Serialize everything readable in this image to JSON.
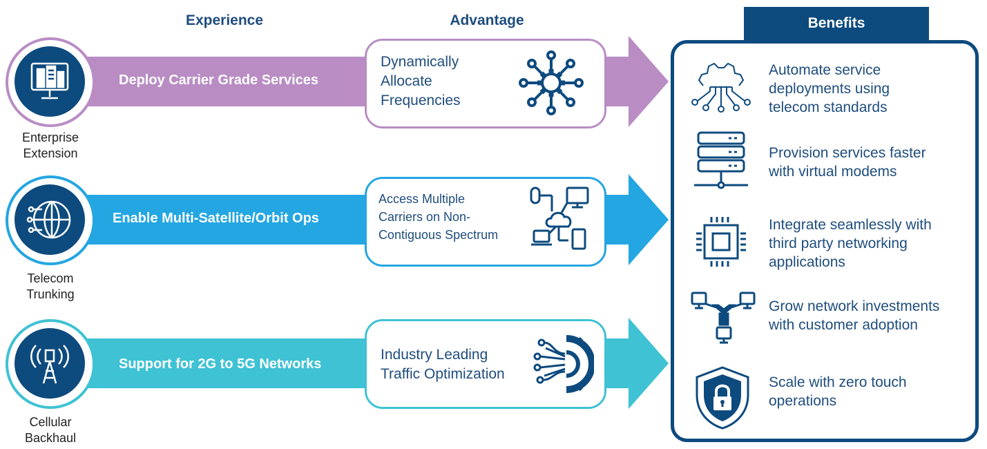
{
  "headers": {
    "experience": "Experience",
    "advantage": "Advantage",
    "benefits": "Benefits"
  },
  "colors": {
    "navy": "#0d4a7e",
    "purple": "#b98dc4",
    "blue": "#24a6e2",
    "teal": "#3ec2d4"
  },
  "rows": [
    {
      "icon": "enterprise-building-icon",
      "experience_label": "Enterprise\nExtension",
      "band_label": "Deploy Carrier Grade Services",
      "advantage_text": "Dynamically\nAllocate\nFrequencies",
      "advantage_icon": "gear-network-icon"
    },
    {
      "icon": "globe-circuit-icon",
      "experience_label": "Telecom\nTrunking",
      "band_label": "Enable Multi-Satellite/Orbit Ops",
      "advantage_text": "Access Multiple\nCarriers on Non-\nContiguous Spectrum",
      "advantage_icon": "cloud-devices-icon"
    },
    {
      "icon": "cell-tower-icon",
      "experience_label": "Cellular\nBackhaul",
      "band_label": "Support for 2G to 5G Networks",
      "advantage_text": "Industry Leading\nTraffic Optimization",
      "advantage_icon": "traffic-gear-icon"
    }
  ],
  "benefits": [
    {
      "icon": "circuit-gear-icon",
      "text": "Automate service\ndeployments using\ntelecom standards"
    },
    {
      "icon": "server-rack-icon",
      "text": "Provision services faster\nwith virtual modems"
    },
    {
      "icon": "chip-icon",
      "text": "Integrate seamlessly with\nthird party networking\napplications"
    },
    {
      "icon": "network-monitors-icon",
      "text": "Grow network investments\nwith customer adoption"
    },
    {
      "icon": "shield-lock-icon",
      "text": "Scale with zero touch\noperations"
    }
  ]
}
